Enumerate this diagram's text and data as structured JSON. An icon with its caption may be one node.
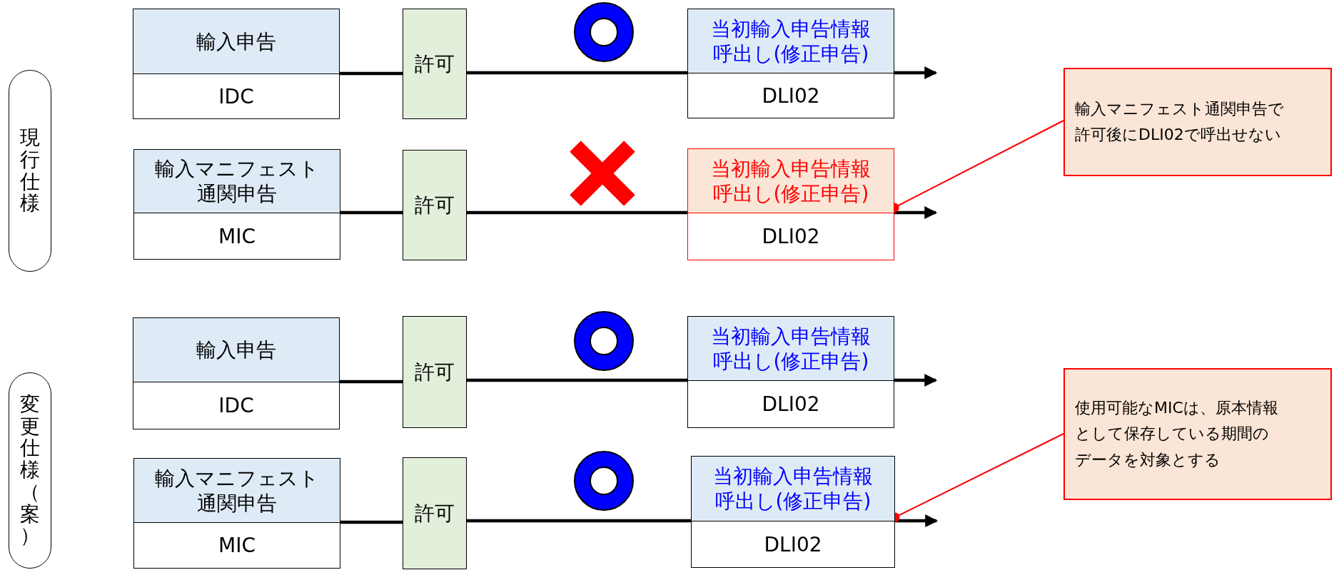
{
  "diagram": {
    "nodes": [
      {
        "text": [
          "現行仕様"
        ]
      },
      {
        "text": [
          "輸入申告",
          "IDC"
        ]
      },
      {
        "text": [
          "許可"
        ]
      },
      {
        "text": [
          "当初輸入申告情報呼出し(修正申告)",
          "DLI02"
        ]
      },
      {
        "text": [
          "輸入マニフェスト通関申告",
          "MIC"
        ]
      },
      {
        "text": [
          "許可"
        ]
      },
      {
        "text": [
          "当初輸入申告情報呼出し(修正申告)",
          "DLI02"
        ]
      },
      {
        "text": [
          "輸入マニフェスト通関申告で許可後にDLI02で呼出せない"
        ]
      },
      {
        "text": [
          "変更仕様（案）"
        ]
      },
      {
        "text": [
          "輸入申告",
          "IDC"
        ]
      },
      {
        "text": [
          "許可"
        ]
      },
      {
        "text": [
          "当初輸入申告情報呼出し(修正申告)",
          "DLI02"
        ]
      },
      {
        "text": [
          "輸入マニフェスト通関申告",
          "MIC"
        ]
      },
      {
        "text": [
          "許可"
        ]
      },
      {
        "text": [
          "当初輸入申告情報呼出し(修正申告)",
          "DLI02"
        ]
      },
      {
        "text": [
          "使用可能なMICは、原本情報として保存している期間のデータを対象とする"
        ]
      }
    ],
    "edges": [
      {
        "from": 1,
        "to": 2,
        "arrow": "none"
      },
      {
        "from": 2,
        "to": 3,
        "arrow": "none"
      },
      {
        "from": 3,
        "to": null,
        "arrow": "to"
      },
      {
        "from": 4,
        "to": 5,
        "arrow": "none"
      },
      {
        "from": 5,
        "to": 6,
        "arrow": "none"
      },
      {
        "from": 6,
        "to": null,
        "arrow": "to"
      },
      {
        "from": 7,
        "to": 6,
        "arrow": "other",
        "color": "#ff0000"
      },
      {
        "from": 9,
        "to": 10,
        "arrow": "none"
      },
      {
        "from": 10,
        "to": 11,
        "arrow": "none"
      },
      {
        "from": 11,
        "to": null,
        "arrow": "to"
      },
      {
        "from": 12,
        "to": 13,
        "arrow": "none"
      },
      {
        "from": 13,
        "to": 14,
        "arrow": "none"
      },
      {
        "from": 14,
        "to": null,
        "arrow": "to"
      },
      {
        "from": 15,
        "to": 14,
        "arrow": "other",
        "color": "#ff0000"
      }
    ]
  }
}
